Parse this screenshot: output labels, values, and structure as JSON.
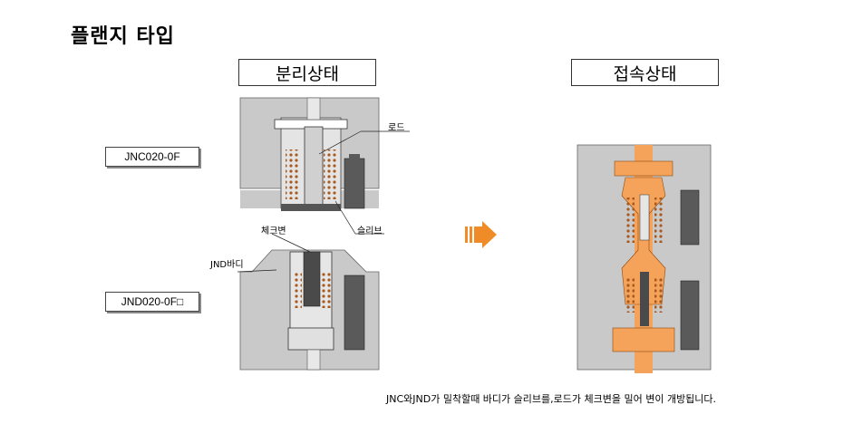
{
  "page_title": "플랜지 타입",
  "states": {
    "separated": "분리상태",
    "connected": "접속상태"
  },
  "models": {
    "jnc": "JNC020-0F",
    "jnd": "JND020-0F□"
  },
  "labels": {
    "rod": "로드",
    "sleeve": "슬리브",
    "check_valve": "체크변",
    "jnd_body": "JND바디"
  },
  "caption": "JNC와JND가 밀착할때 바디가 슬리브를,로드가 체크변을 밀어 변이 개방됩니다.",
  "colors": {
    "body_gray": "#c8c8c8",
    "dark_part": "#5a5a5a",
    "flow_orange": "#f5a25a",
    "arrow_orange": "#f08c28"
  }
}
